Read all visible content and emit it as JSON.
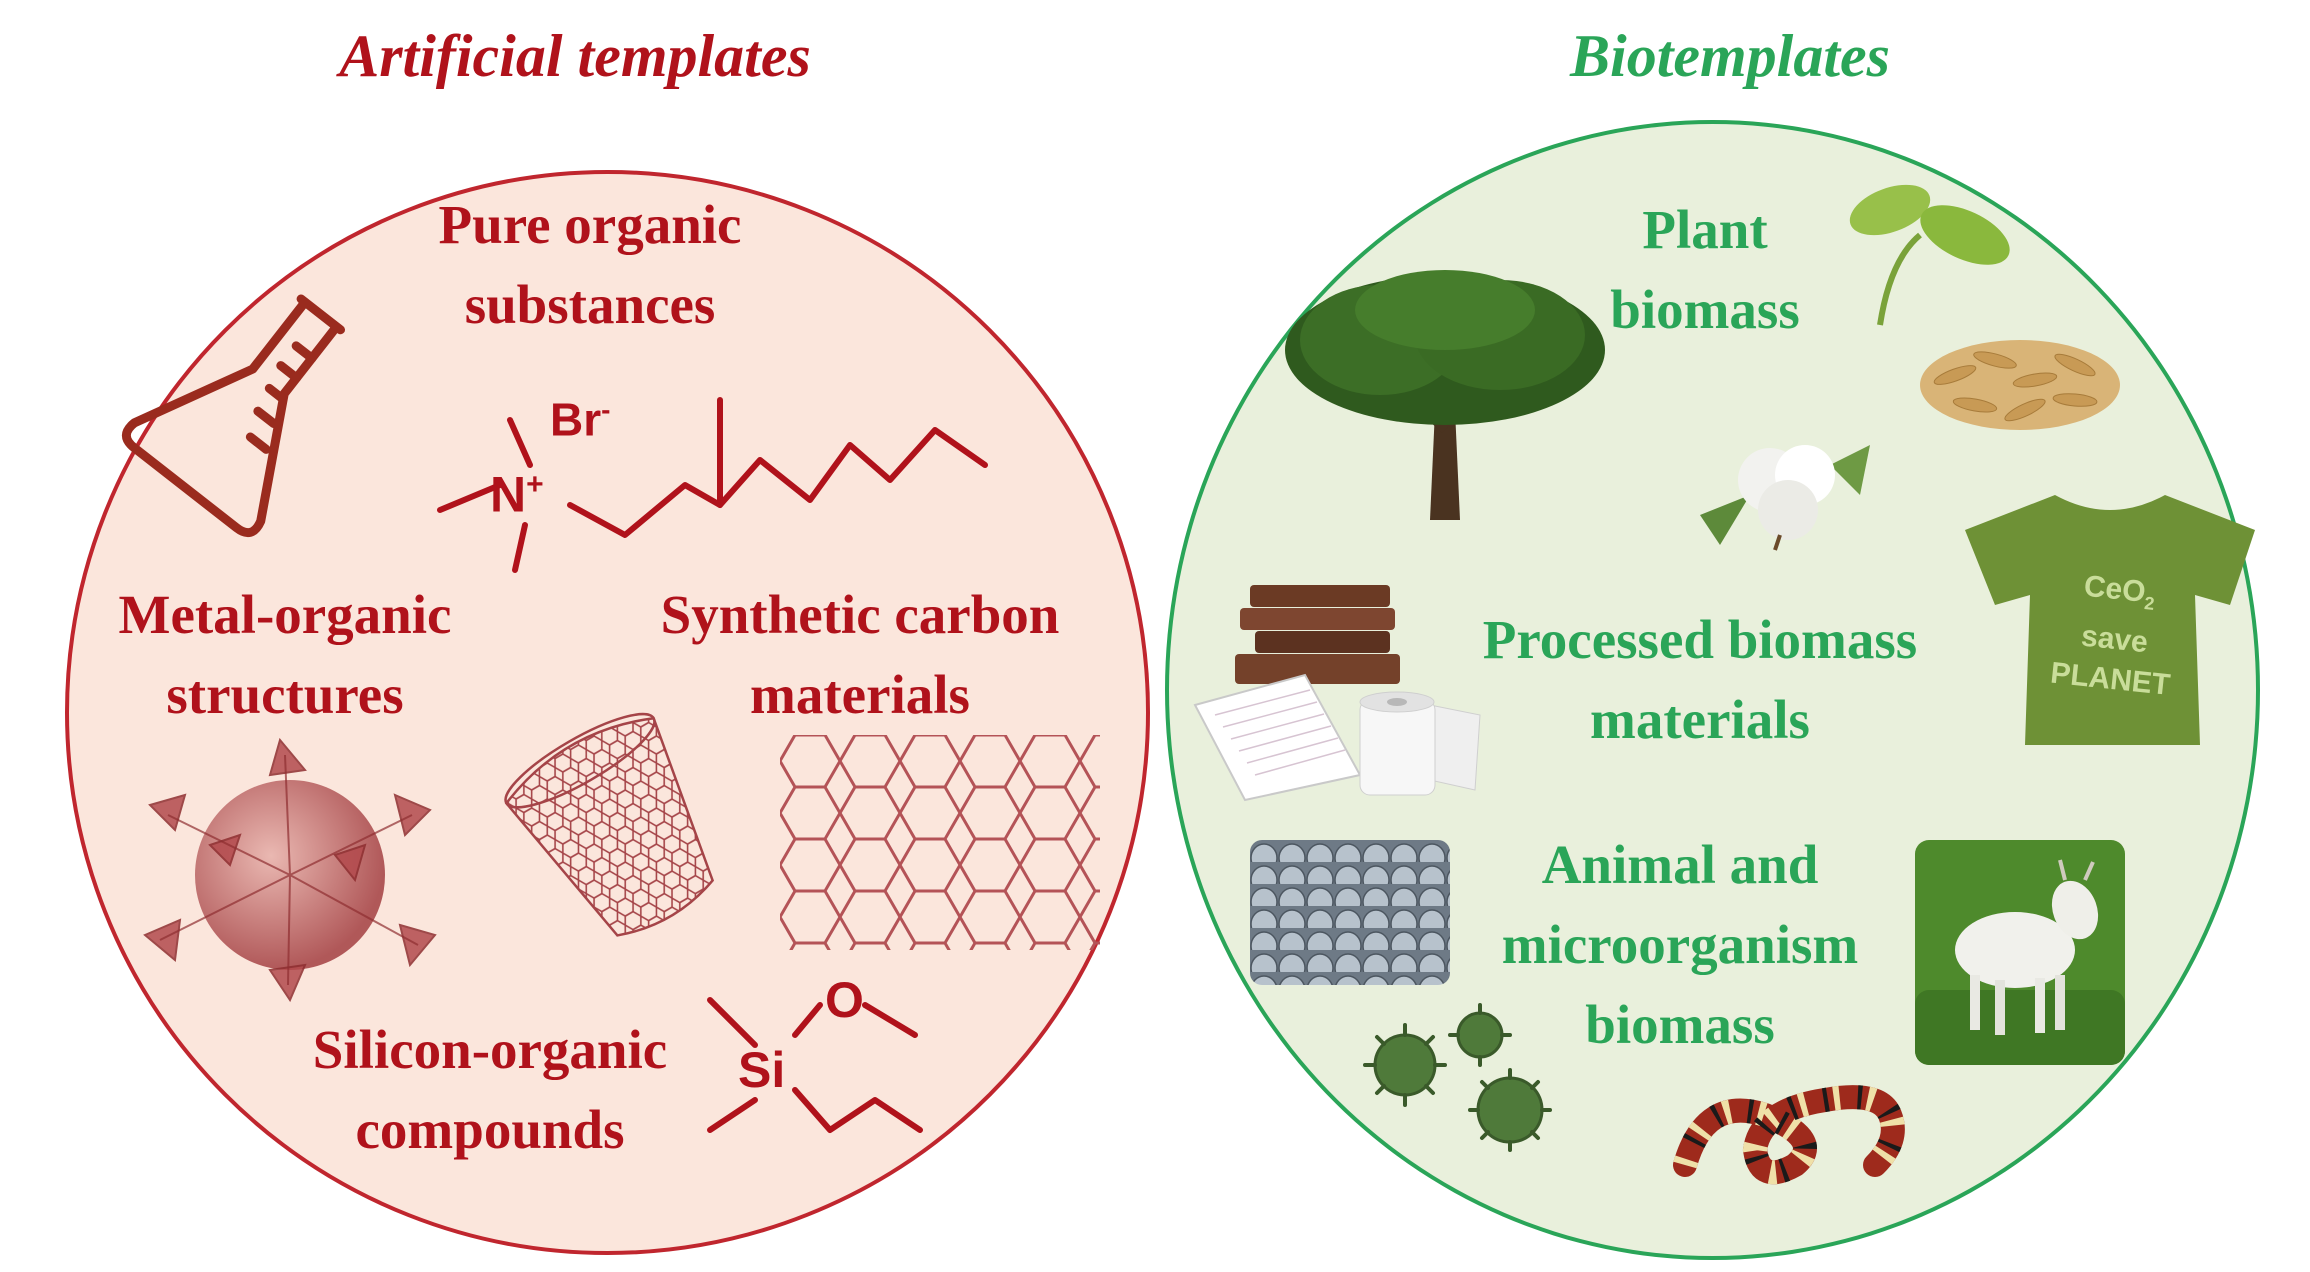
{
  "left": {
    "title": "Artificial templates",
    "pure_organic": [
      "Pure organic",
      "substances"
    ],
    "bromide": "Br",
    "ammonium": "N",
    "metal_organic": [
      "Metal-organic",
      "structures"
    ],
    "synthetic_carbon": [
      "Synthetic carbon",
      "materials"
    ],
    "silicon_organic": [
      "Silicon-organic",
      "compounds"
    ],
    "silicon_atom": "Si",
    "oxygen_atom": "O"
  },
  "right": {
    "title": "Biotemplates",
    "plant": [
      "Plant",
      "biomass"
    ],
    "processed": [
      "Processed biomass",
      "materials"
    ],
    "animal": [
      "Animal and",
      "microorganism",
      "biomass"
    ],
    "tshirt": [
      "CeO",
      "save",
      "PLANET"
    ]
  },
  "colors": {
    "artificial": "#b0121b",
    "bio": "#2aa558",
    "left_fill": "#fbe6dc",
    "right_fill": "#e9f0dc"
  }
}
